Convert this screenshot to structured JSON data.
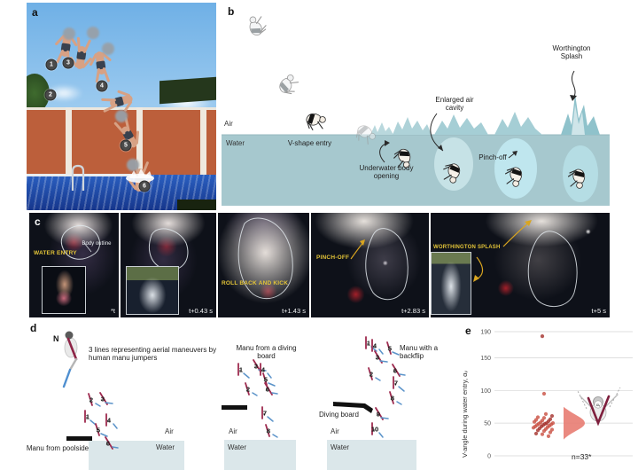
{
  "colors": {
    "water_teal": "#a6c8ce",
    "water_light": "#dbe7ea",
    "label_yellow": "#e3c438",
    "trajectory_red": "#9e2a4f",
    "trajectory_blue": "#5b93c9",
    "point_red": "#c94f41",
    "violin_red": "#e87c72"
  },
  "figure": {
    "panels": {
      "a": {
        "label": "a",
        "sequence_markers": [
          "1",
          "2",
          "3",
          "4",
          "5",
          "6"
        ]
      },
      "b": {
        "label": "b",
        "air": "Air",
        "water": "Water",
        "v_shape": "V-shape entry",
        "underwater_opening": "Underwater body opening",
        "air_cavity": "Enlarged air cavity",
        "pinch_off": "Pinch-off",
        "worthington": "Worthington Splash"
      },
      "c": {
        "label": "c",
        "frames": [
          {
            "title": "WATER ENTRY",
            "note": "Body outline",
            "time": "*t"
          },
          {
            "time": "t+0.43 s"
          },
          {
            "title": "ROLL BACK AND KICK",
            "time": "t+1.43 s"
          },
          {
            "title": "PINCH-OFF",
            "time": "t+2.83 s"
          },
          {
            "title": "WORTHINGTON SPLASH",
            "time": "t+5 s"
          }
        ]
      },
      "d": {
        "label": "d",
        "legend_n": "N",
        "legend_text": "3 lines representing aerial maneuvers by human manu jumpers",
        "diagrams": [
          {
            "caption": "Manu from poolside",
            "air": "Air",
            "water": "Water",
            "markers": [
              "1",
              "2",
              "3",
              "4",
              "5",
              "6"
            ]
          },
          {
            "caption": "Manu from a diving board",
            "air": "Air",
            "water": "Water",
            "markers": [
              "1",
              "2",
              "3",
              "4",
              "5",
              "6",
              "7",
              "8"
            ]
          },
          {
            "caption": "Manu with a backflip",
            "board": "Diving board",
            "air": "Air",
            "water": "Water",
            "markers": [
              "1",
              "2",
              "3",
              "4",
              "5",
              "6",
              "7",
              "8",
              "9",
              "10"
            ]
          }
        ]
      },
      "e": {
        "label": "e",
        "angle_symbol": "αᵥ"
      }
    }
  },
  "chart_data": {
    "type": "scatter",
    "title": "",
    "ylabel": "V-angle during water entry, αᵥ",
    "yticks": [
      0,
      50,
      100,
      150,
      190
    ],
    "ylim": [
      0,
      200
    ],
    "n": 33,
    "n_label": "n=33*",
    "values": [
      183,
      95,
      64,
      61,
      59,
      58,
      56,
      55,
      54,
      53,
      52,
      51,
      50,
      50,
      49,
      49,
      48,
      47,
      47,
      46,
      45,
      45,
      44,
      43,
      42,
      41,
      40,
      39,
      38,
      36,
      34,
      33,
      30
    ],
    "violin": {
      "center": 50,
      "spread": 14,
      "color": "#e87c72"
    },
    "grid": true,
    "legend_position": "none"
  }
}
